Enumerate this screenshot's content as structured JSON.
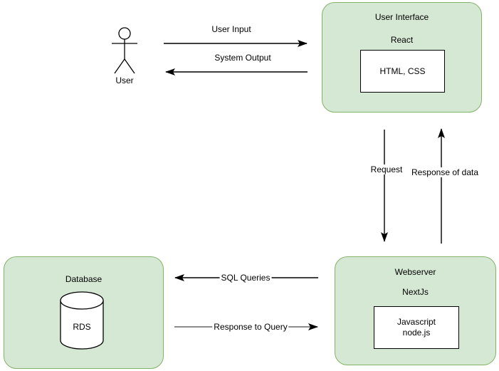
{
  "diagram": {
    "actor": {
      "label": "User"
    },
    "nodes": {
      "user_interface": {
        "title": "User Interface",
        "subtitle": "React",
        "inner": "HTML, CSS"
      },
      "webserver": {
        "title": "Webserver",
        "subtitle": "NextJs",
        "inner_line1": "Javascript",
        "inner_line2": "node.js"
      },
      "database": {
        "title": "Database",
        "cylinder_label": "RDS"
      }
    },
    "edges": {
      "user_input": {
        "label": "User Input",
        "direction": "actor-to-user-interface"
      },
      "system_output": {
        "label": "System Output",
        "direction": "user-interface-to-actor"
      },
      "request": {
        "label": "Request",
        "direction": "user-interface-to-webserver"
      },
      "response_of_data": {
        "label": "Response of data",
        "direction": "webserver-to-user-interface"
      },
      "sql_queries": {
        "label": "SQL Queries",
        "direction": "webserver-to-database"
      },
      "response_to_query": {
        "label": "Response to Query",
        "direction": "database-to-webserver"
      }
    },
    "colors": {
      "node_fill": "#d5e8d4",
      "node_border": "#82b366",
      "line": "#000000",
      "inner_fill": "#ffffff",
      "canvas_bg": "#ffffff"
    }
  }
}
